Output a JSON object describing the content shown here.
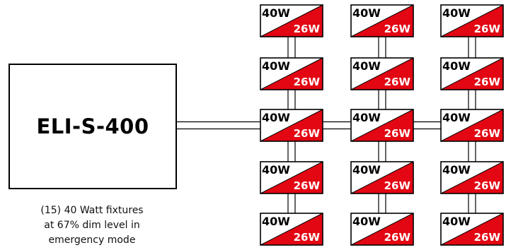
{
  "unit": {
    "label": "ELI-S-400"
  },
  "caption": {
    "lines": [
      "(15) 40 Watt fixtures",
      "at 67% dim level in",
      "emergency mode"
    ]
  },
  "fixture": {
    "rated_label": "40W",
    "emergency_label": "26W",
    "colors": {
      "emergency_fill": "#e30613",
      "rated_fill": "#ffffff",
      "outline": "#000000"
    }
  },
  "grid": {
    "columns": 3,
    "rows": 5,
    "controller_row": 3
  }
}
